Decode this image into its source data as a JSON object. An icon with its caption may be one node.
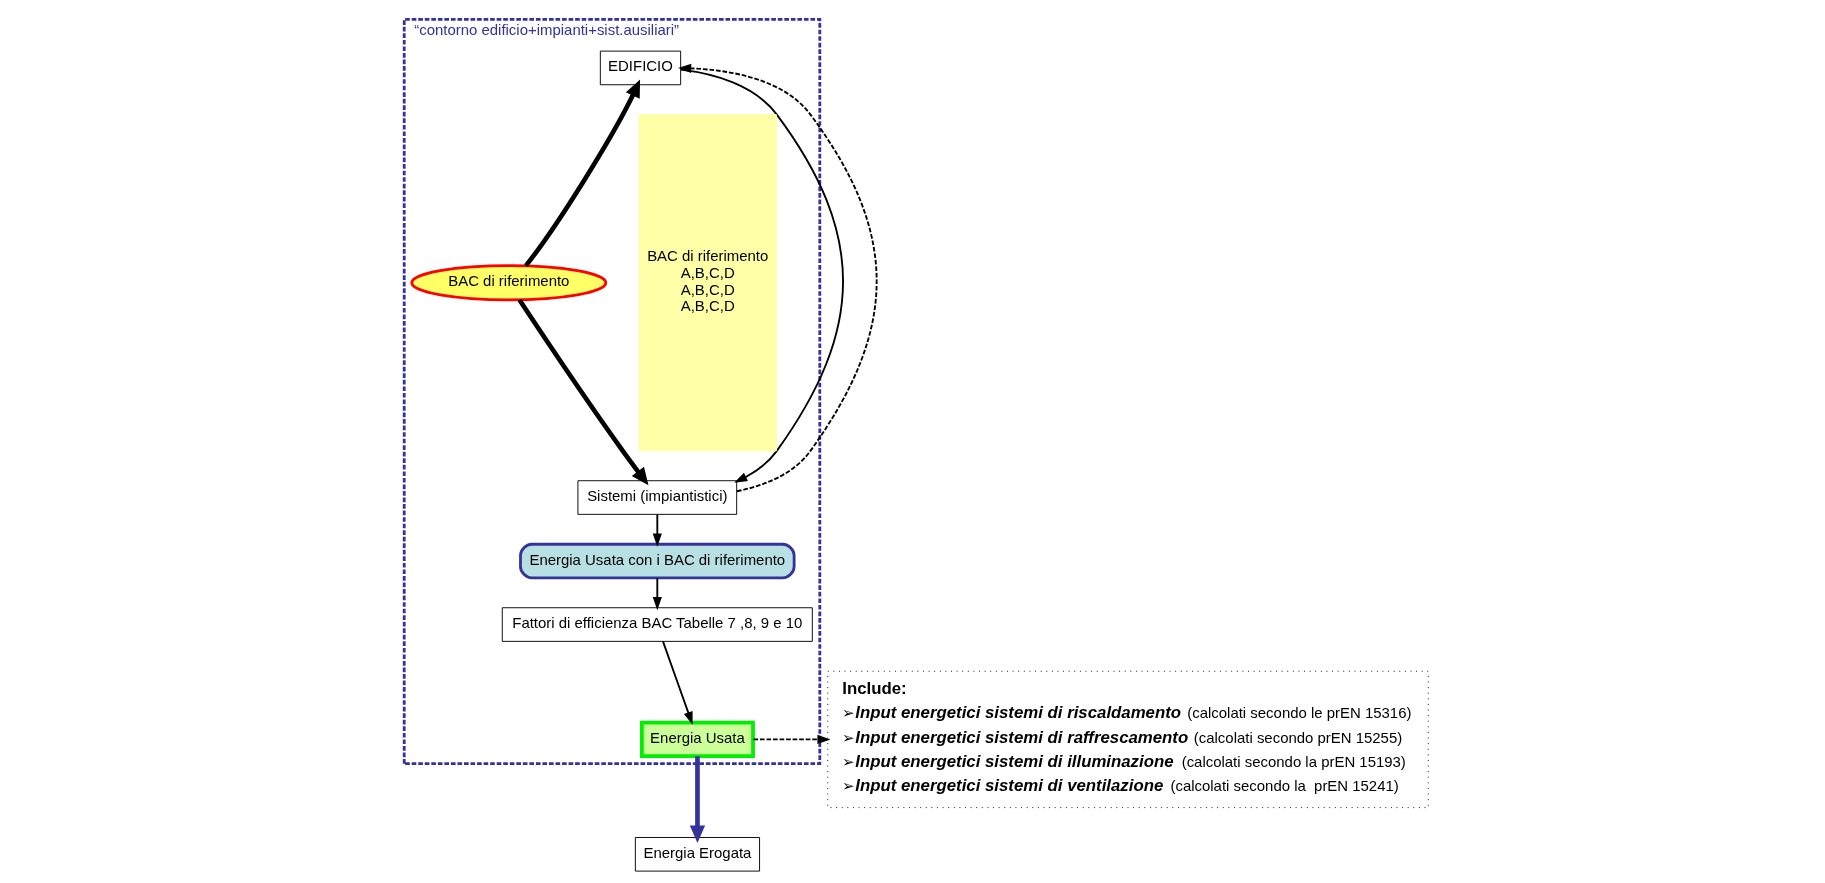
{
  "diagram": {
    "nodes": [
      {
        "text": [
          "“contorno edificio+impianti+sist.ausiliari”"
        ]
      },
      {
        "text": [
          "EDIFICIO"
        ],
        "in": 0
      },
      {
        "text": [
          "BAC di riferimento"
        ],
        "in": 0
      },
      {
        "text": [
          "Sistemi (impiantistici)"
        ],
        "in": 0
      },
      {
        "text": [
          "Energia Usata con i BAC di riferimento"
        ],
        "in": 0
      },
      {
        "text": [
          "Fattori di efficienza BAC Tabelle 7 ,8, 9 e 10"
        ],
        "in": 0
      },
      {
        "text": [
          "Energia Usata"
        ],
        "in": 0
      },
      {
        "text": [
          "BAC di riferimento",
          "A,B,C,D",
          "A,B,C,D",
          "A,B,C,D"
        ],
        "in": 0
      },
      {
        "text": [
          "Energia Erogata"
        ]
      },
      {
        "text": [
          "Include:",
          "➢**Input energetici sistemi di riscaldamento** (calcolati secondo le prEN 15316)",
          "➢**Input energetici sistemi di raffrescamento** (calcolati secondo prEN 15255)",
          "➢**Input energetici sistemi di illuminazione** (calcolati secondo la prEN 15193)",
          "➢**Input energetici sistemi di ventilazione** (calcolati secondo la  prEN 15241)"
        ]
      }
    ],
    "edges": [
      {
        "from": 1,
        "to": 3,
        "arrow": "to"
      },
      {
        "from": 3,
        "to": 1,
        "arrow": "to",
        "style": "dashed"
      },
      {
        "from": 2,
        "to": 1,
        "arrow": "to",
        "style": "thick"
      },
      {
        "from": 2,
        "to": 3,
        "arrow": "to",
        "style": "thick"
      },
      {
        "from": 3,
        "to": 4,
        "arrow": "to"
      },
      {
        "from": 4,
        "to": 5,
        "arrow": "to"
      },
      {
        "from": 5,
        "to": 6,
        "arrow": "to"
      },
      {
        "from": 6,
        "to": 8,
        "arrow": "to",
        "style": "thick",
        "color": "#333399"
      },
      {
        "from": 6,
        "to": 9,
        "arrow": "to",
        "style": "dashed"
      }
    ]
  }
}
